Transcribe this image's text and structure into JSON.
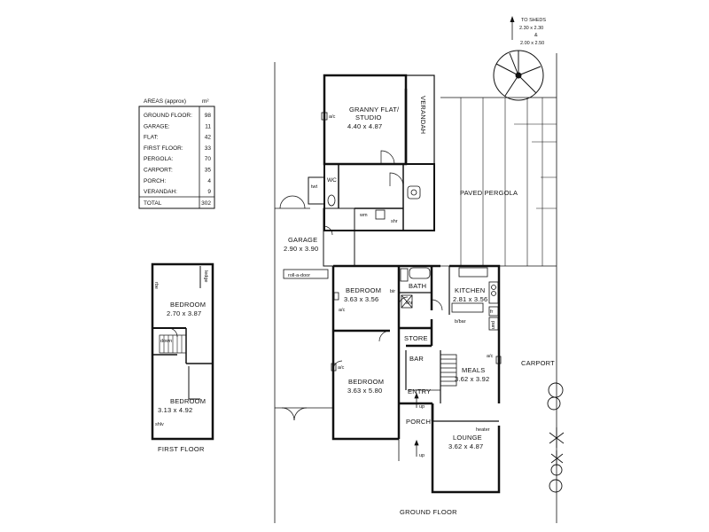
{
  "areas_table": {
    "title": "AREAS (approx)",
    "unit": "m²",
    "rows": [
      {
        "label": "GROUND FLOOR:",
        "value": "98"
      },
      {
        "label": "GARAGE:",
        "value": "11"
      },
      {
        "label": "FLAT:",
        "value": "42"
      },
      {
        "label": "FIRST FLOOR:",
        "value": "33"
      },
      {
        "label": "PERGOLA:",
        "value": "70"
      },
      {
        "label": "CARPORT:",
        "value": "35"
      },
      {
        "label": "PORCH:",
        "value": "4"
      },
      {
        "label": "VERANDAH:",
        "value": "9"
      }
    ],
    "total_label": "TOTAL",
    "total_value": "302"
  },
  "sheds_note": {
    "line1": "TO SHEDS",
    "line2": "2.30 x 2.30",
    "line3": "&",
    "line4": "2.00 x 2.50"
  },
  "ground_floor": {
    "title": "GROUND FLOOR",
    "granny_flat": {
      "name_line1": "GRANNY FLAT/",
      "name_line2": "STUDIO",
      "dims": "4.40 x 4.87"
    },
    "verandah": "VERANDAH",
    "wc": "WC",
    "twt": "twt",
    "wm": "wm",
    "shr_flat": "shr",
    "paved_pergola": "PAVED PERGOLA",
    "garage": {
      "name": "GARAGE",
      "dims": "2.90 x 3.90"
    },
    "roll_a_door": "roll-a-door",
    "bedroom1": {
      "name": "BEDROOM",
      "dims": "3.63 x 3.56"
    },
    "bath": "BATH",
    "bir": "bir",
    "shr_bath": "shr",
    "kitchen": {
      "name": "KITCHEN",
      "dims": "2.81 x 3.56"
    },
    "bbar": "b/bar",
    "fr": "fr",
    "pan": "pan",
    "store": "STORE",
    "bar": "BAR",
    "meals": {
      "name": "MEALS",
      "dims": "3.62 x 3.92"
    },
    "bedroom2": {
      "name": "BEDROOM",
      "dims": "3.63 x 5.80"
    },
    "entry": "ENTRY",
    "porch": "PORCH",
    "lounge": {
      "name": "LOUNGE",
      "dims": "3.62 x 4.87"
    },
    "heater": "heater",
    "carport": "CARPORT",
    "ac": "a/c",
    "up": "up"
  },
  "first_floor": {
    "title": "FIRST FLOOR",
    "bedroom1": {
      "name": "BEDROOM",
      "dims": "2.70 x 3.87"
    },
    "bedroom2": {
      "name": "BEDROOM",
      "dims": "3.13 x 4.92"
    },
    "ledge": "ledge",
    "down": "down",
    "shlv": "shlv",
    "robe": "rbe"
  }
}
